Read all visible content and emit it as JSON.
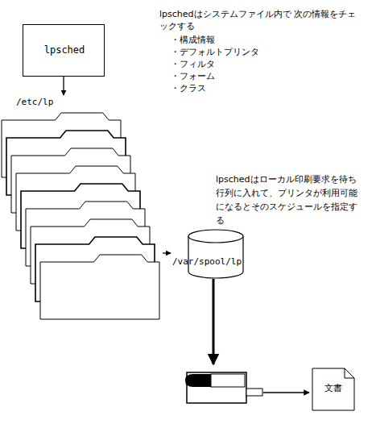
{
  "diagram": {
    "nodes": [
      {
        "text": [
          "lpsched"
        ]
      },
      {
        "text": [
          "/etc/lp"
        ]
      },
      {
        "text": [
          "/var/spool/lp"
        ]
      },
      {
        "text": [
          "文書"
        ]
      }
    ],
    "edges": [
      {
        "from": 0,
        "to": 1,
        "arrow": "to"
      },
      {
        "from": 1,
        "to": 2,
        "arrow": "to"
      }
    ],
    "labels": [
      "lpschedはシステムファイル内で 次の情報をチェックする",
      "・構成情報",
      "・デフォルトプリンタ",
      "・フィルタ",
      "・フォーム",
      "・クラス",
      "lpschedはローカル印刷要求を待ち行列に入れて、プリンタが利用可能になるとそのスケジュールを指定する"
    ]
  }
}
